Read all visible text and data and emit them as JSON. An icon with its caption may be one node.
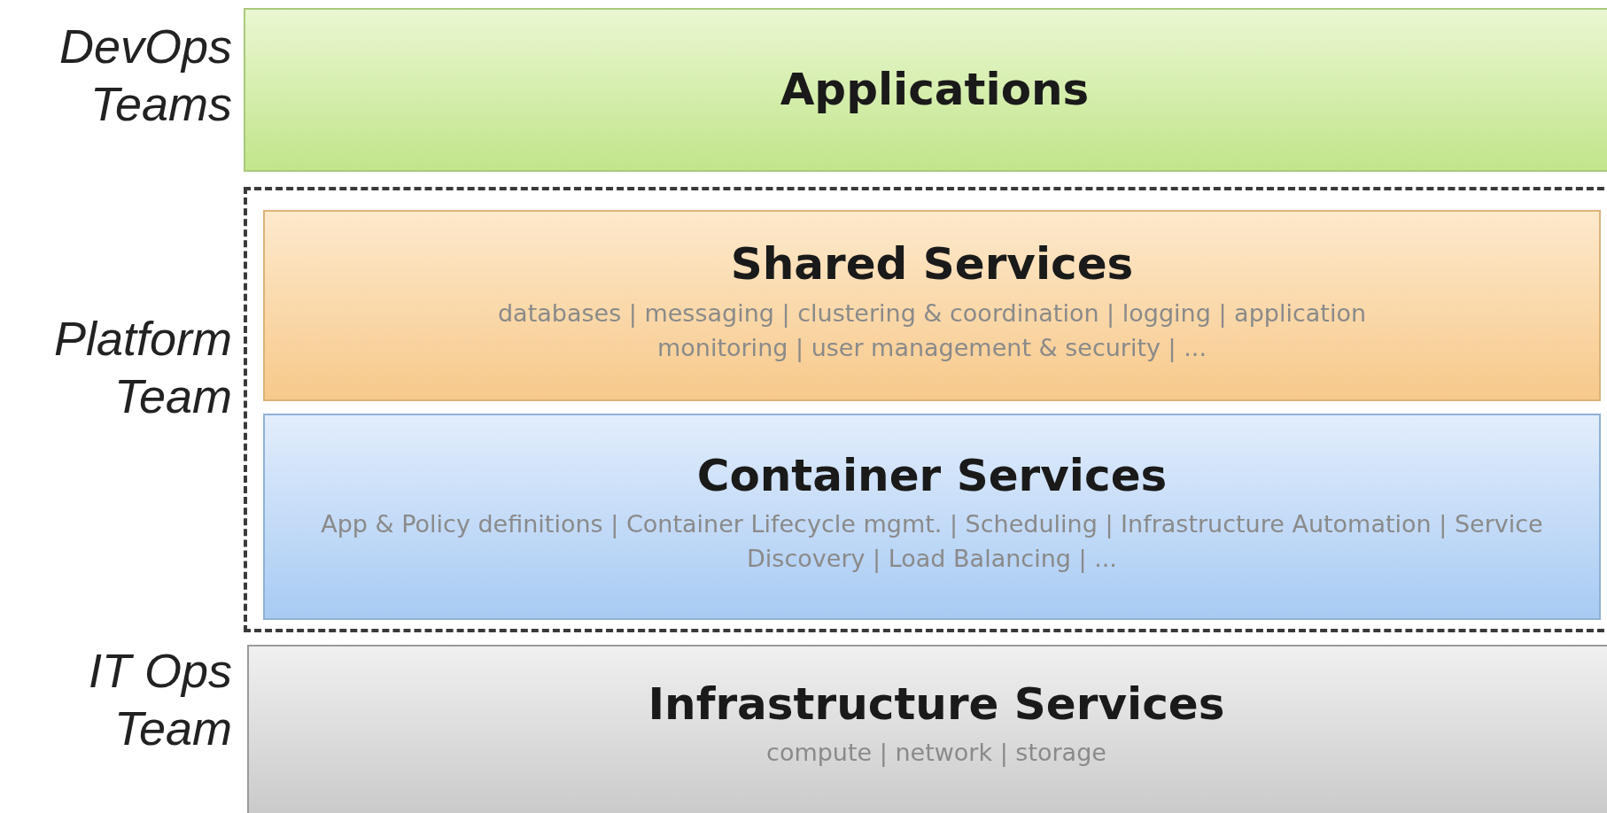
{
  "diagram": {
    "nodes": [
      {
        "text": [
          "Applications"
        ],
        "beside": [
          "DevOps Teams"
        ]
      },
      {
        "text": [],
        "shape": "box",
        "beside": [
          "Platform Team"
        ]
      },
      {
        "text": [
          "Shared Services",
          "databases | messaging | clustering & coordination | logging | application monitoring | user management & security | ..."
        ],
        "in": 1
      },
      {
        "text": [
          "Container Services",
          "App & Policy definitions | Container Lifecycle mgmt. | Scheduling | Infrastructure Automation | Service Discovery | Load Balancing | ..."
        ],
        "in": 1
      },
      {
        "text": [
          "Infrastructure Services",
          "compute | network | storage"
        ],
        "beside": [
          "IT Ops Team"
        ]
      }
    ]
  }
}
